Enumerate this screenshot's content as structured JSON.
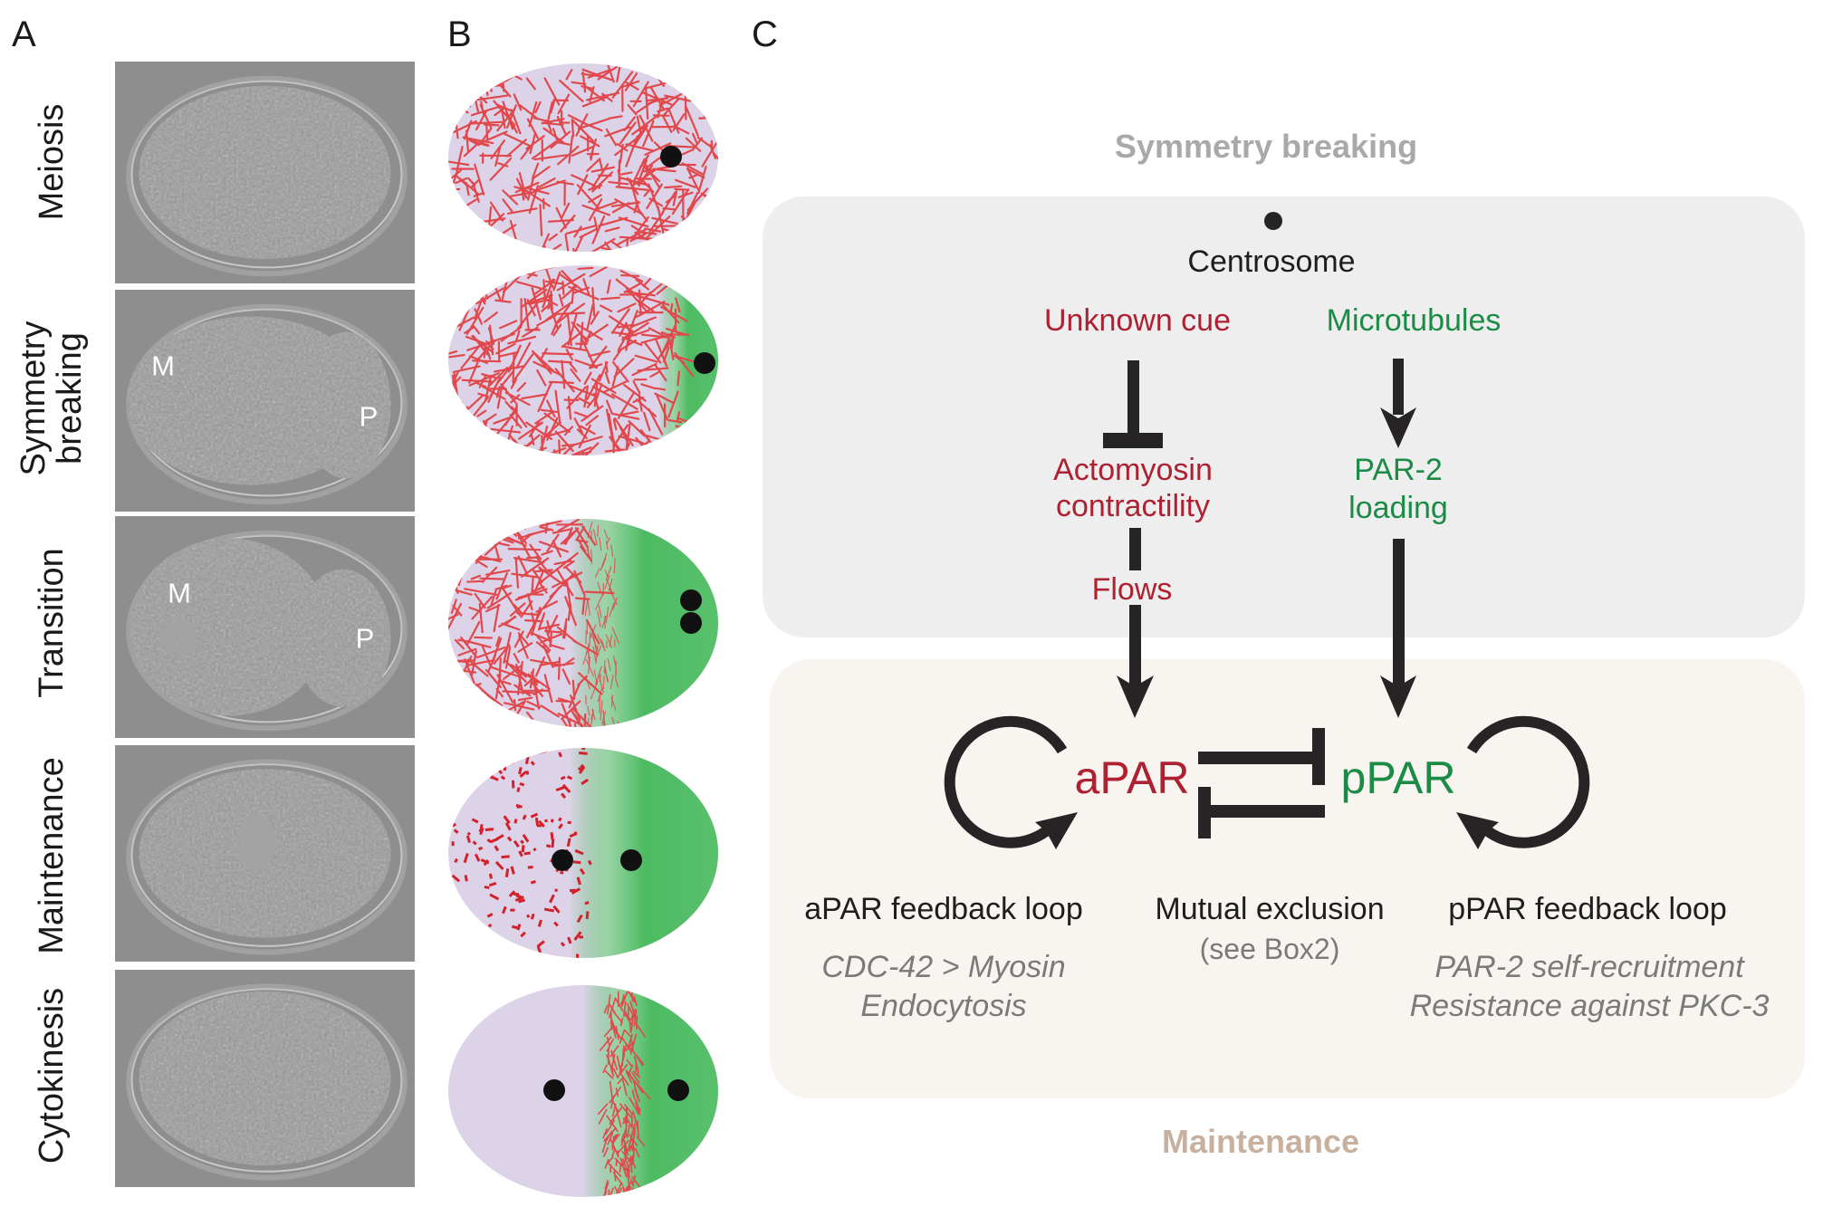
{
  "panels": {
    "a": {
      "letter": "A",
      "stages": [
        {
          "label_lines": [
            "Meiosis"
          ],
          "markers": []
        },
        {
          "label_lines": [
            "Symmetry",
            "breaking"
          ],
          "markers": [
            "M",
            "P"
          ]
        },
        {
          "label_lines": [
            "Transition"
          ],
          "markers": [
            "M",
            "P"
          ]
        },
        {
          "label_lines": [
            "Maintenance"
          ],
          "markers": []
        },
        {
          "label_lines": [
            "Cytokinesis"
          ],
          "markers": []
        }
      ]
    },
    "b": {
      "letter": "B",
      "legend_colors": {
        "cytoplasm": "#ddd3e8",
        "actomyosin": "#e0484c",
        "pPAR_domain": "#4dbb62",
        "centrosome": "#111111"
      },
      "embryos": [
        {
          "stage": "Meiosis",
          "actomyosin": "dense network",
          "ppar_domain_fraction": 0,
          "centrosomes": 1
        },
        {
          "stage": "Symmetry breaking",
          "actomyosin": "dense network",
          "ppar_domain_fraction": 0.12,
          "centrosomes": 1
        },
        {
          "stage": "Transition",
          "actomyosin": "network cleared from posterior",
          "ppar_domain_fraction": 0.45,
          "centrosomes": 2
        },
        {
          "stage": "Maintenance",
          "actomyosin": "sparse foci",
          "ppar_domain_fraction": 0.45,
          "centrosomes": 2
        },
        {
          "stage": "Cytokinesis",
          "actomyosin": "contractile ring",
          "ppar_domain_fraction": 0.4,
          "centrosomes": 2
        }
      ]
    },
    "c": {
      "letter": "C",
      "symmetry_breaking": {
        "title": "Symmetry breaking",
        "centrosome": "Centrosome",
        "unknown_cue": "Unknown cue",
        "microtubules": "Microtubules",
        "actomyosin_line1": "Actomyosin",
        "actomyosin_line2": "contractility",
        "flows": "Flows",
        "par2_line1": "PAR-2",
        "par2_line2": "loading"
      },
      "maintenance": {
        "title": "Maintenance",
        "apar": "aPAR",
        "ppar": "pPAR",
        "apar_loop_title": "aPAR feedback loop",
        "apar_loop_detail1": "CDC-42 > Myosin",
        "apar_loop_detail2": "Endocytosis",
        "mutual_title": "Mutual exclusion",
        "mutual_detail": "(see Box2)",
        "ppar_loop_title": "pPAR feedback loop",
        "ppar_loop_detail1": "PAR-2 self-recruitment",
        "ppar_loop_detail2": "Resistance against PKC-3"
      },
      "colors": {
        "anterior_red": "#ad2132",
        "posterior_green": "#1a8c46",
        "symmetry_box": "#eeeeee",
        "maintenance_box": "#f8f5f0",
        "arrow": "#262424"
      }
    }
  }
}
